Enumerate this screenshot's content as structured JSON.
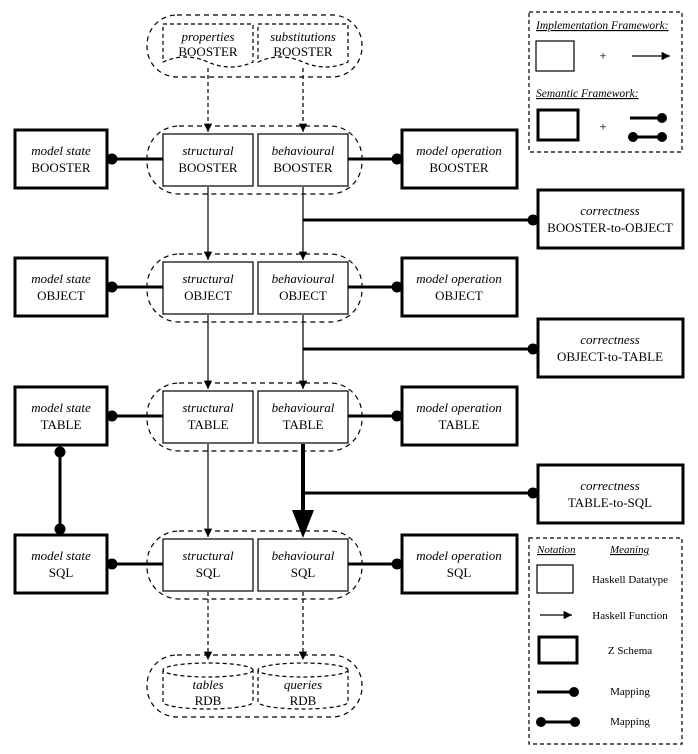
{
  "components": {
    "properties": {
      "kind": "properties",
      "name": "BOOSTER"
    },
    "substitutions": {
      "kind": "substitutions",
      "name": "BOOSTER"
    },
    "structural_booster": {
      "kind": "structural",
      "name": "BOOSTER"
    },
    "behavioural_booster": {
      "kind": "behavioural",
      "name": "BOOSTER"
    },
    "structural_object": {
      "kind": "structural",
      "name": "OBJECT"
    },
    "behavioural_object": {
      "kind": "behavioural",
      "name": "OBJECT"
    },
    "structural_table": {
      "kind": "structural",
      "name": "TABLE"
    },
    "behavioural_table": {
      "kind": "behavioural",
      "name": "TABLE"
    },
    "structural_sql": {
      "kind": "structural",
      "name": "SQL"
    },
    "behavioural_sql": {
      "kind": "behavioural",
      "name": "SQL"
    },
    "tables_rdb": {
      "kind": "tables",
      "name": "RDB"
    },
    "queries_rdb": {
      "kind": "queries",
      "name": "RDB"
    }
  },
  "models": {
    "state_booster": {
      "kind": "model state",
      "name": "BOOSTER"
    },
    "operation_booster": {
      "kind": "model operation",
      "name": "BOOSTER"
    },
    "state_object": {
      "kind": "model state",
      "name": "OBJECT"
    },
    "operation_object": {
      "kind": "model operation",
      "name": "OBJECT"
    },
    "state_table": {
      "kind": "model state",
      "name": "TABLE"
    },
    "operation_table": {
      "kind": "model operation",
      "name": "TABLE"
    },
    "state_sql": {
      "kind": "model state",
      "name": "SQL"
    },
    "operation_sql": {
      "kind": "model operation",
      "name": "SQL"
    }
  },
  "correctness": {
    "booster_to_object": {
      "kind": "correctness",
      "name": "BOOSTER-to-OBJECT"
    },
    "object_to_table": {
      "kind": "correctness",
      "name": "OBJECT-to-TABLE"
    },
    "table_to_sql": {
      "kind": "correctness",
      "name": "TABLE-to-SQL"
    }
  },
  "frameworks": {
    "implementation": "Implementation Framework:",
    "semantic": "Semantic Framework:",
    "plus": "+"
  },
  "legend": {
    "notation_header": "Notation",
    "meaning_header": "Meaning",
    "rows": [
      {
        "meaning": "Haskell Datatype"
      },
      {
        "meaning": "Haskell Function"
      },
      {
        "meaning": "Z Schema"
      },
      {
        "meaning": "Mapping"
      },
      {
        "meaning": "Mapping"
      }
    ]
  }
}
